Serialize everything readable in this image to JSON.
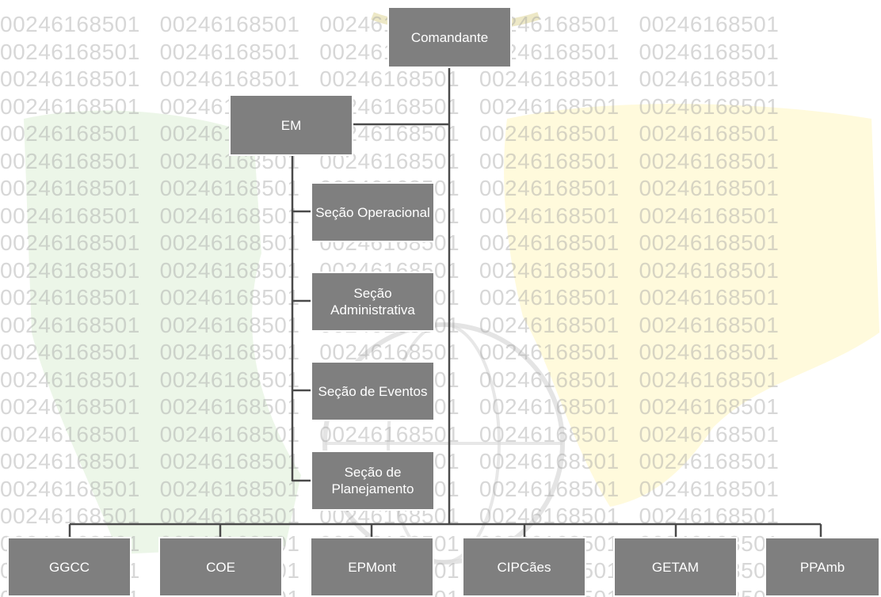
{
  "watermark": {
    "text": "00246168501",
    "color": "#a0a0a0"
  },
  "colors": {
    "node_fill": "#7f7f7f",
    "node_border": "#ffffff",
    "node_text": "#ffffff",
    "connector": "#4a4a4a",
    "bg_green": "#eaf5e6",
    "bg_yellow": "#fff9d8",
    "bg_gray": "#dddddd"
  },
  "org_chart": {
    "root": "Comandante",
    "staff": "EM",
    "sections": [
      "Seção Operacional",
      "Seção Administrativa",
      "Seção de Eventos",
      "Seção de Planejamento"
    ],
    "units": [
      "GGCC",
      "COE",
      "EPMont",
      "CIPCães",
      "GETAM",
      "PPAmb"
    ]
  }
}
